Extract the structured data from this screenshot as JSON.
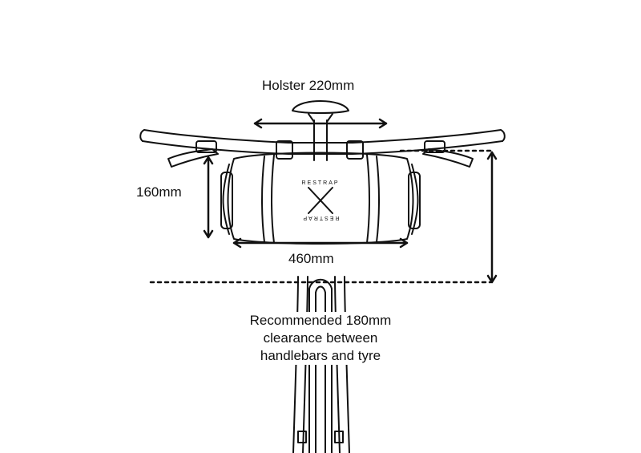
{
  "labels": {
    "holster": "Holster 220mm",
    "height": "160mm",
    "width": "460mm",
    "clearance_lines": [
      "Recommended 180mm",
      "clearance between",
      "handlebars and tyre"
    ]
  },
  "logo_text": "RESTRAP",
  "colors": {
    "line": "#111111",
    "background": "#ffffff"
  }
}
